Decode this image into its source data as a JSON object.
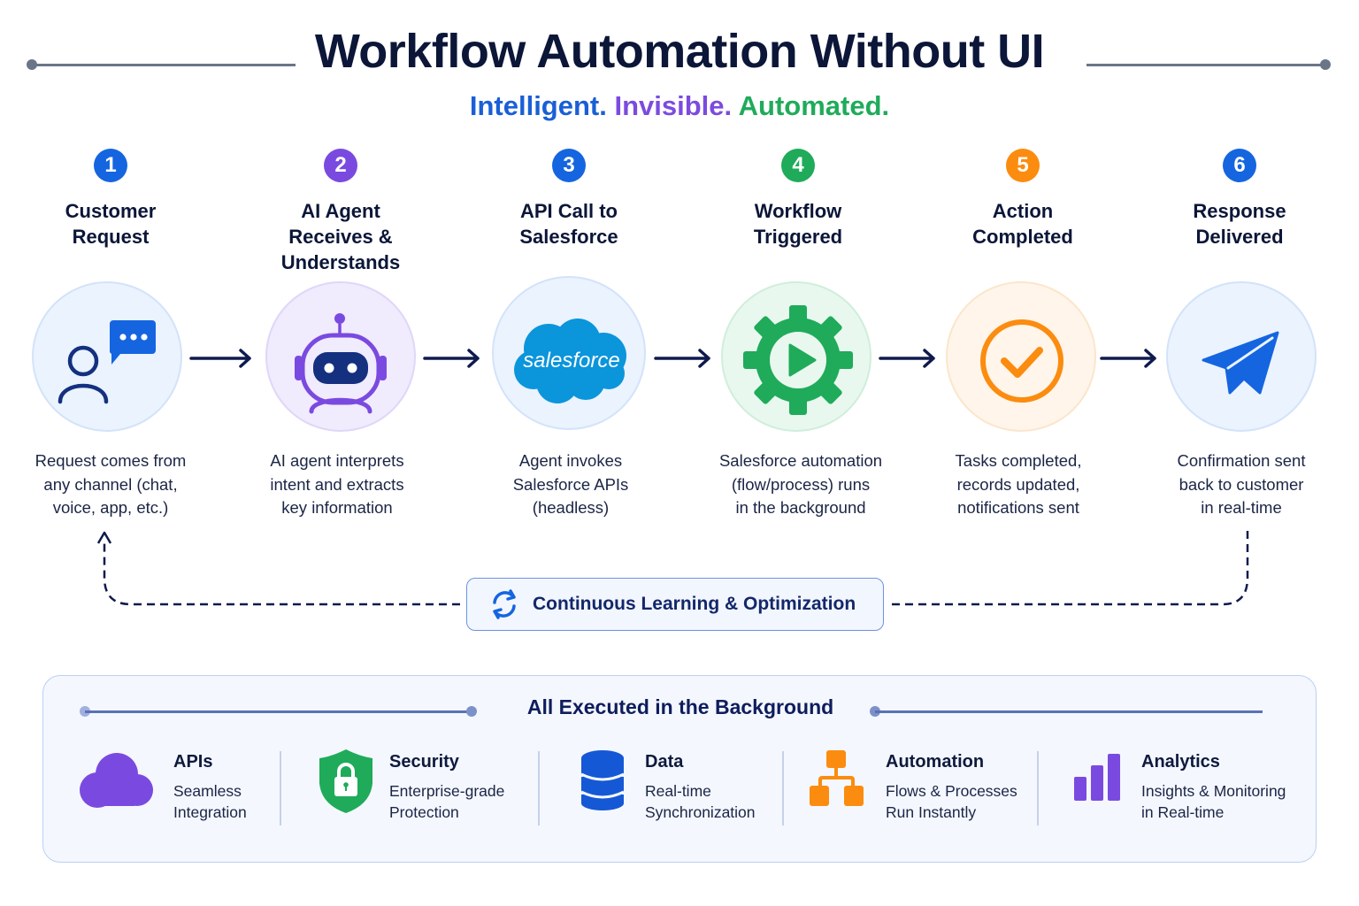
{
  "header": {
    "title": "Workflow Automation Without UI",
    "tagline": [
      "Intelligent.",
      "Invisible.",
      "Automated."
    ],
    "tagline_colors": [
      "#1a5fd6",
      "#7b4be0",
      "#1fab5a"
    ]
  },
  "steps": [
    {
      "number": "1",
      "title_lines": [
        "Customer",
        "Request"
      ],
      "icon": "user-chat-icon",
      "color": "#1565e0",
      "circle_bg": "#eaf3fe",
      "circle_border": "#cfe0f8",
      "desc_lines": [
        "Request comes from",
        "any channel (chat,",
        "voice, app, etc.)"
      ]
    },
    {
      "number": "2",
      "title_lines": [
        "AI Agent",
        "Receives &",
        "Understands"
      ],
      "icon": "robot-icon",
      "color": "#7a4ae0",
      "circle_bg": "#f0ebfd",
      "circle_border": "#ddd2f8",
      "desc_lines": [
        "AI agent interprets",
        "intent and extracts",
        "key information"
      ]
    },
    {
      "number": "3",
      "title_lines": [
        "API Call to",
        "Salesforce"
      ],
      "icon": "salesforce-cloud-icon",
      "color": "#1565e0",
      "circle_bg": "#eaf3fe",
      "circle_border": "#cfe0f8",
      "desc_lines": [
        "Agent invokes",
        "Salesforce APIs",
        "(headless)"
      ],
      "logo_text": "salesforce"
    },
    {
      "number": "4",
      "title_lines": [
        "Workflow",
        "Triggered"
      ],
      "icon": "gear-play-icon",
      "color": "#1fab5a",
      "circle_bg": "#e9f8ef",
      "circle_border": "#c9eed8",
      "desc_lines": [
        "Salesforce automation",
        "(flow/process) runs",
        "in the background"
      ]
    },
    {
      "number": "5",
      "title_lines": [
        "Action",
        "Completed"
      ],
      "icon": "check-circle-icon",
      "color": "#fb8c0f",
      "circle_bg": "#fff5ea",
      "circle_border": "#fbe3c6",
      "desc_lines": [
        "Tasks completed,",
        "records updated,",
        "notifications sent"
      ]
    },
    {
      "number": "6",
      "title_lines": [
        "Response",
        "Delivered"
      ],
      "icon": "paper-plane-icon",
      "color": "#1565e0",
      "circle_bg": "#eaf3fe",
      "circle_border": "#cfe0f8",
      "desc_lines": [
        "Confirmation sent",
        "back to customer",
        "in real-time"
      ]
    }
  ],
  "loop": {
    "label": "Continuous Learning & Optimization",
    "icon": "refresh-icon"
  },
  "background_panel": {
    "title": "All Executed in the Background",
    "features": [
      {
        "title": "APIs",
        "desc_lines": [
          "Seamless",
          "Integration"
        ],
        "icon": "cloud-icon",
        "color": "#7a4ae0"
      },
      {
        "title": "Security",
        "desc_lines": [
          "Enterprise-grade",
          "Protection"
        ],
        "icon": "shield-lock-icon",
        "color": "#1fab5a"
      },
      {
        "title": "Data",
        "desc_lines": [
          "Real-time",
          "Synchronization"
        ],
        "icon": "database-icon",
        "color": "#1558d6"
      },
      {
        "title": "Automation",
        "desc_lines": [
          "Flows & Processes",
          "Run Instantly"
        ],
        "icon": "hierarchy-flow-icon",
        "color": "#fb8c0f"
      },
      {
        "title": "Analytics",
        "desc_lines": [
          "Insights & Monitoring",
          "in Real-time"
        ],
        "icon": "bar-chart-icon",
        "color": "#7a4ae0"
      }
    ]
  }
}
